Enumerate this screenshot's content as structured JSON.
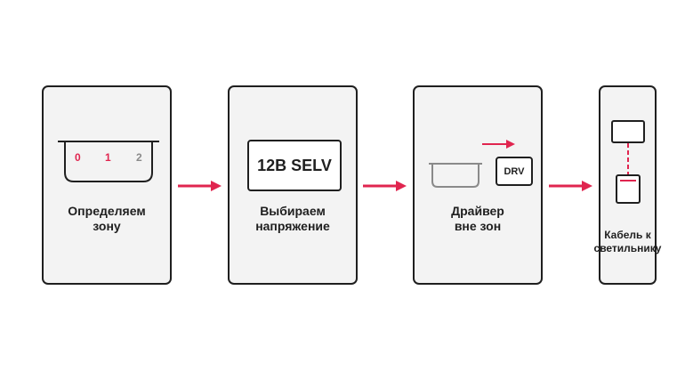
{
  "colors": {
    "accent": "#e0254f",
    "outline": "#1f1f1f",
    "card_bg": "#f3f3f3",
    "muted": "#8a8a8a"
  },
  "steps": [
    {
      "line1": "Определяем",
      "line2": "зону",
      "zones": [
        "0",
        "1",
        "2"
      ]
    },
    {
      "line1": "Выбираем",
      "line2": "напряжение",
      "badge": "12В SELV"
    },
    {
      "line1": "Драйвер",
      "line2": "вне зон",
      "badge": "DRV"
    },
    {
      "line1": "Кабель к",
      "line2": "светильнику"
    }
  ]
}
